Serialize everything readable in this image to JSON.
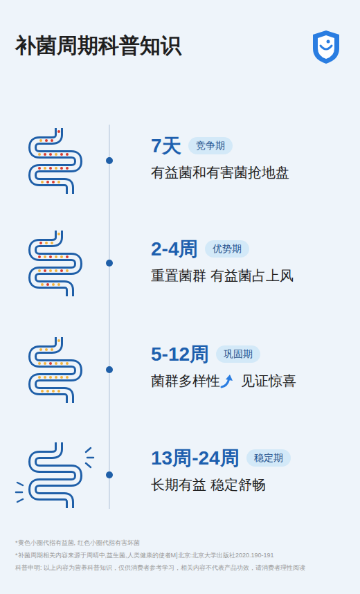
{
  "diagram": {
    "title": "补菌周期科普知识",
    "nodes": [
      {
        "text": [
          "竞争期"
        ]
      },
      {
        "text": [
          "优势期"
        ]
      },
      {
        "text": [
          "巩固期"
        ]
      },
      {
        "text": [
          "稳定期"
        ]
      }
    ],
    "labels": [
      "7天",
      "有益菌和有害菌抢地盘",
      "2-4周",
      "重置菌群 有益菌占上风",
      "5-12周",
      "菌群多样性",
      "见证惊喜",
      "13周-24周",
      "长期有益 稳定舒畅",
      "*黄色小圈代指有益菌, 红色小圈代指有害坏菌",
      "*补菌周期相关内容来源于周晴中,益生菌,人类健康的使者M]北京:北京大学出版社2020.190-191",
      "科普申明: 以上内容为营养科普知识，仅供消费者参考学习，相关内容不代表产品功效，请消费者理性阅读"
    ]
  }
}
